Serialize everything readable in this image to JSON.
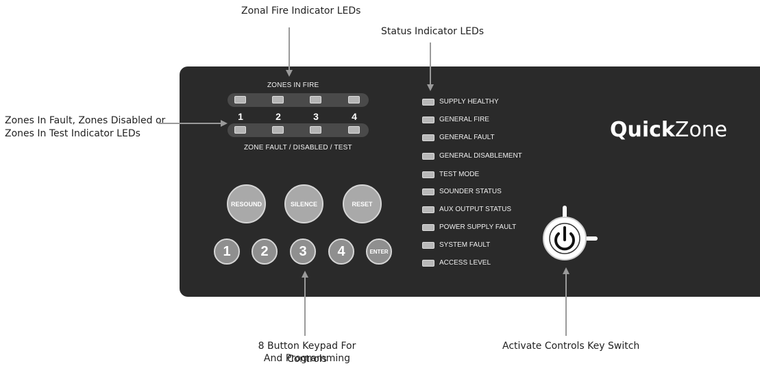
{
  "callouts": {
    "zonal_fire": "Zonal Fire Indicator LEDs",
    "status": "Status Indicator LEDs",
    "fault_line1": "Zones In Fault, Zones Disabled or",
    "fault_line2": "Zones In Test Indicator LEDs",
    "keypad_line1": "8 Button Keypad For Controls",
    "keypad_line2": "And Programming",
    "keyswitch": "Activate Controls Key Switch"
  },
  "panel": {
    "zones_in_fire": "ZONES IN FIRE",
    "zone_fault": "ZONE FAULT / DISABLED / TEST",
    "zone_numbers": [
      "1",
      "2",
      "3",
      "4"
    ],
    "control_buttons": [
      "RESOUND",
      "SILENCE",
      "RESET"
    ],
    "keypad": [
      "1",
      "2",
      "3",
      "4"
    ],
    "enter": "ENTER",
    "status_leds": [
      "SUPPLY HEALTHY",
      "GENERAL FIRE",
      "GENERAL FAULT",
      "GENERAL DISABLEMENT",
      "TEST MODE",
      "SOUNDER STATUS",
      "AUX OUTPUT STATUS",
      "POWER SUPPLY FAULT",
      "SYSTEM FAULT",
      "ACCESS LEVEL"
    ],
    "brand_bold": "Quick",
    "brand_regular": "Zone"
  },
  "colors": {
    "panel": "#2a2a2a",
    "led": "#b5b5b5",
    "button": "#a9a9a9"
  }
}
